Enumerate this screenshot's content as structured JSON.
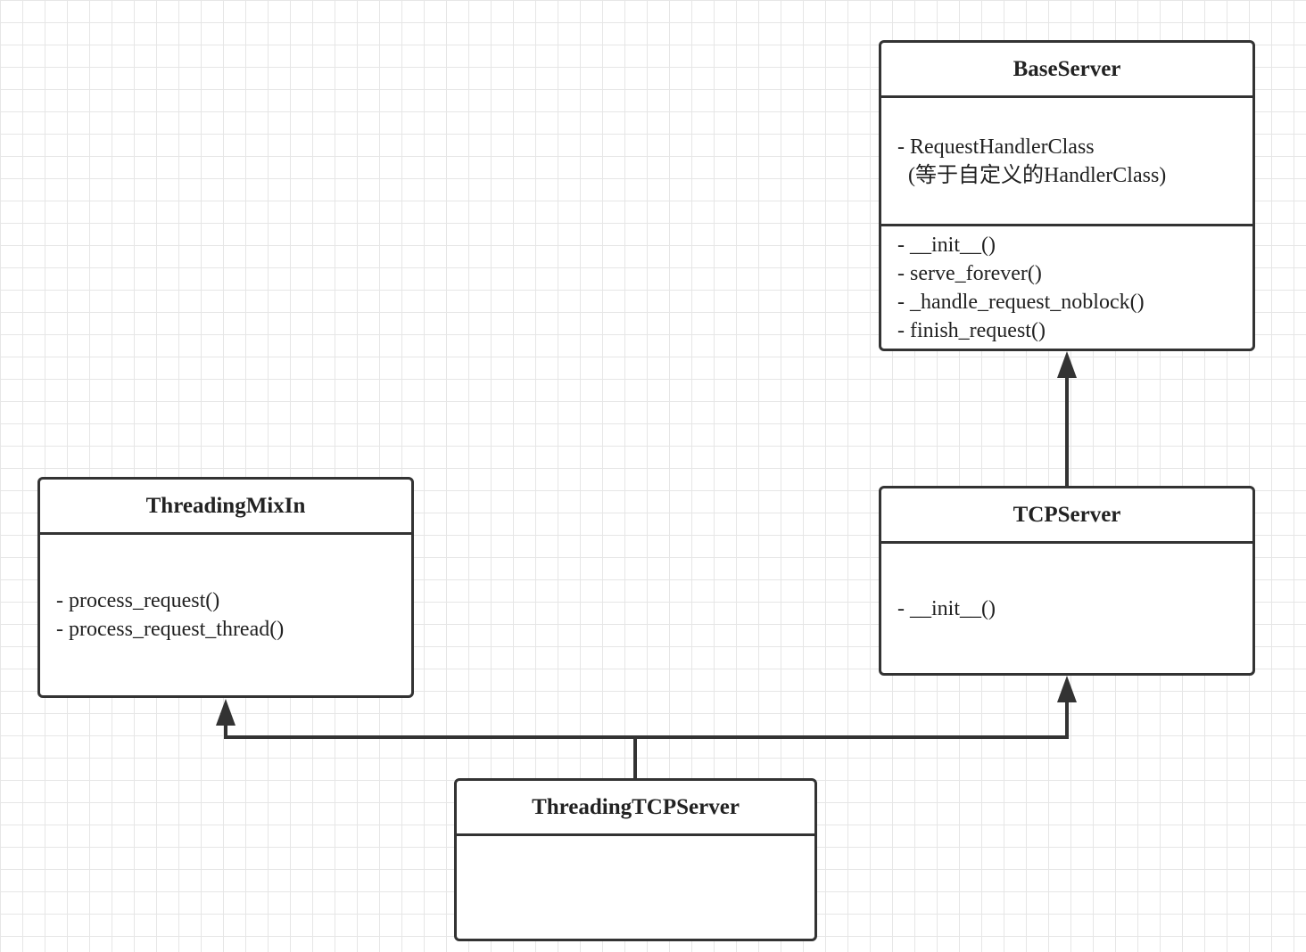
{
  "classes": {
    "base_server": {
      "name": "BaseServer",
      "attributes": [
        "- RequestHandlerClass",
        "  (等于自定义的HandlerClass)"
      ],
      "methods": [
        "- __init__()",
        "- serve_forever()",
        "- _handle_request_noblock()",
        "- finish_request()"
      ]
    },
    "threading_mixin": {
      "name": "ThreadingMixIn",
      "methods": [
        "- process_request()",
        "- process_request_thread()"
      ]
    },
    "tcp_server": {
      "name": "TCPServer",
      "methods": [
        "- __init__()"
      ]
    },
    "threading_tcp_server": {
      "name": "ThreadingTCPServer"
    }
  },
  "relations": [
    {
      "from": "TCPServer",
      "to": "BaseServer",
      "type": "inheritance"
    },
    {
      "from": "ThreadingTCPServer",
      "to": "ThreadingMixIn",
      "type": "inheritance"
    },
    {
      "from": "ThreadingTCPServer",
      "to": "TCPServer",
      "type": "inheritance"
    }
  ],
  "colors": {
    "line": "#333333",
    "grid": "#e6e6e6"
  }
}
